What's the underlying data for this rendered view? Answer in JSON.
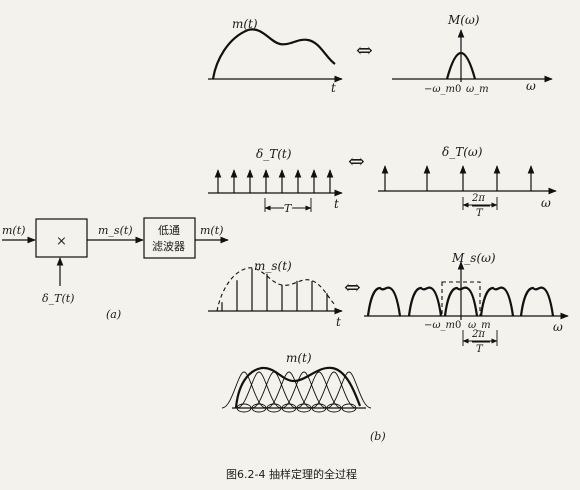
{
  "figure_caption": "图6.2-4  抽样定理的全过程",
  "panel_a": {
    "label": "(a)",
    "input_label": "m(t)",
    "multiplier_symbol": "×",
    "product_label": "m_s(t)",
    "filter_line1": "低通",
    "filter_line2": "滤波器",
    "output_label": "m(t)",
    "impulse_train_label": "δ_T(t)"
  },
  "panel_b": {
    "label": "(b)",
    "arrow_symbol": "⇔",
    "row1": {
      "time_label": "m(t)",
      "time_axis": "t",
      "freq_label": "M(ω)",
      "freq_axis": "ω",
      "neg_tick": "−ω_m",
      "zero_tick": "0",
      "pos_tick": "ω_m"
    },
    "row2": {
      "time_label": "δ_T(t)",
      "time_axis": "t",
      "period_label": "T",
      "freq_label": "δ_T(ω)",
      "freq_axis": "ω",
      "spacing_num": "2π",
      "spacing_den": "T"
    },
    "row3": {
      "time_label": "m_s(t)",
      "time_axis": "t",
      "freq_label": "M_s(ω)",
      "freq_axis": "ω",
      "neg_tick": "−ω_m",
      "zero_tick": "0",
      "pos_tick": "ω_m",
      "spacing_num": "2π",
      "spacing_den": "T"
    },
    "row4": {
      "recon_label": "m(t)"
    }
  }
}
